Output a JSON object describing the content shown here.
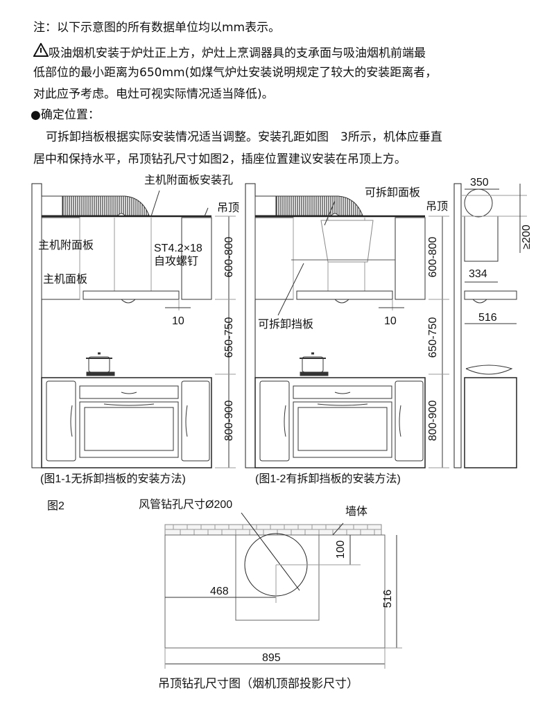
{
  "notes": {
    "line1": "注：以下示意图的所有数据单位均以mm表示。",
    "line2": "吸油烟机安装于炉灶正上方，炉灶上烹调器具的支承面与吸油烟机前端最",
    "line3": "低部位的最小距离为650mm(如煤气炉灶安装说明规定了较大的安装距离者，",
    "line4": "对此应予考虑。电灶可视实际情况适当降低)。",
    "section": "●确定位置：",
    "line5": "可拆卸挡板根据实际安装情况适当调整。安装孔距如图　3所示，机体应垂直",
    "line6": "居中和保持水平，吊顶钻孔尺寸如图2，插座位置建议安装在吊顶上方。"
  },
  "fig1_1": {
    "hole_label": "主机附面板安装孔",
    "ceiling": "吊顶",
    "aux_panel": "主机附面板",
    "main_panel": "主机面板",
    "screw_spec": "ST4.2×18",
    "screw_name": "自攻螺钉",
    "gap": "10",
    "dim_upper": "600-800",
    "dim_mid": "650-750",
    "dim_lower": "800-900",
    "caption": "(图1-1无拆卸挡板的安装方法)"
  },
  "fig1_2": {
    "removable_panel": "可拆卸面板",
    "ceiling": "吊顶",
    "removable_baffle": "可拆卸挡板",
    "gap": "10",
    "dim_upper": "600-800",
    "dim_mid": "650-750",
    "dim_lower": "800-900",
    "caption": "(图1-2有拆卸挡板的安装方法)"
  },
  "fig1_side": {
    "width_top": "350",
    "height_min": "≥200",
    "width_body": "334",
    "depth": "516"
  },
  "fig2": {
    "label": "图2",
    "duct_hole": "风管钻孔尺寸Ø200",
    "wall": "墙体",
    "dim_100": "100",
    "dim_468": "468",
    "dim_516": "516",
    "dim_895": "895",
    "caption": "吊顶钻孔尺寸图（烟机顶部投影尺寸）"
  }
}
